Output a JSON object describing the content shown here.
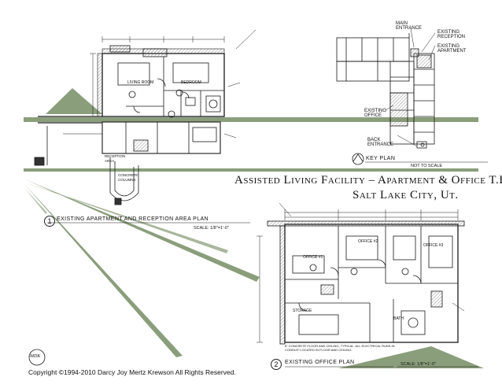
{
  "title": {
    "line1": "Assisted Living Facility – Apartment & Office T.I.",
    "line2": "Salt Lake City, Ut."
  },
  "plans": {
    "plan1": {
      "number": "1",
      "caption": "EXISTING APARTMENT AND RECEPTION AREA PLAN",
      "scale": "SCALE: 1/8\"=1'-0\""
    },
    "plan2": {
      "number": "2",
      "caption": "EXISTING OFFICE PLAN",
      "scale": "SCALE: 1/8\"=1'-0\""
    }
  },
  "key_plan": {
    "caption": "KEY PLAN",
    "scale": "NOT TO SCALE",
    "labels": {
      "main_entrance": "MAIN ENTRANCE",
      "existing_reception": "EXISTING RECEPTION",
      "existing_apartment": "EXISTING APARTMENT",
      "existing_office": "EXISTING OFFICE",
      "back_entrance": "BACK ENTRANCE"
    }
  },
  "room_labels": {
    "living_room": "LIVING ROOM",
    "bedroom": "BEDROOM",
    "reception_area": "RECEPTION AREA",
    "concrete_columns": "CONCRETE COLUMNS",
    "office_1": "OFFICE #1",
    "office_2": "OFFICE #2",
    "office_3": "OFFICE #3",
    "storage": "STORAGE",
    "bath": "BATH"
  },
  "note": "8\" CONCRETE FLOOR AND CEILING, TYPICAL. ALL ELECTRICAL RUNS IN CONDUIT LOCATED IN FLOOR AND CEILING.",
  "copyright": "Copyright ©1994-2010 Darcy Joy Mertz Krewson  All Rights Reserved.",
  "logo_text": "MDK",
  "colors": {
    "accent_green": "#8a9e7b",
    "line": "#1a1a1a",
    "hatch": "#9a9a9a"
  }
}
